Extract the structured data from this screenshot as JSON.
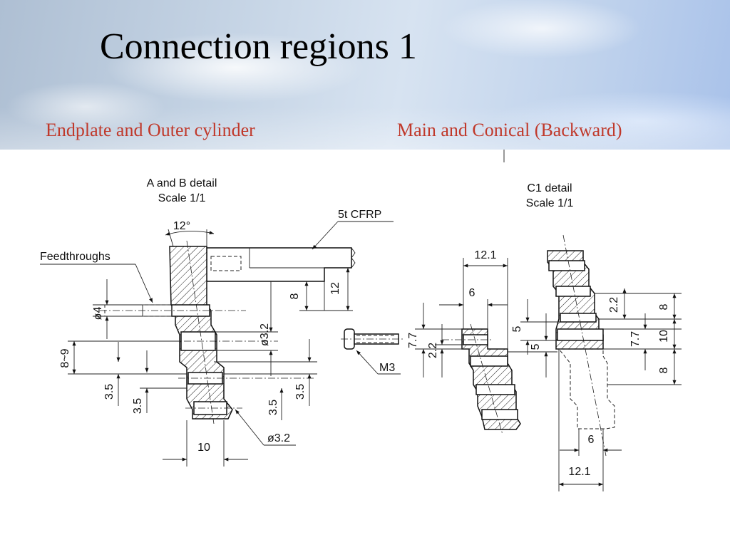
{
  "slide": {
    "title": "Connection regions 1",
    "subtitle_left": "Endplate and Outer cylinder",
    "subtitle_right": "Main and Conical (Backward)"
  },
  "colors": {
    "subtitle": "#c0392b",
    "title": "#000000"
  },
  "detail_ab": {
    "header_line1": "A and B detail",
    "header_line2": "Scale 1/1",
    "angle": "12°",
    "cfrp": "5t CFRP",
    "feedthroughs": "Feedthroughs",
    "dim_phi4": "ø4",
    "dim_8to9": "8~9",
    "dim_35a": "3.5",
    "dim_35b": "3.5",
    "dim_35c": "3.5",
    "dim_35d": "3.5",
    "dim_8": "8",
    "dim_12": "12",
    "dim_phi32a": "ø3.2",
    "dim_phi32b": "ø3.2",
    "dim_10": "10",
    "bolt": "M3"
  },
  "detail_c1": {
    "header_line1": "C1 detail",
    "header_line2": "Scale 1/1",
    "dim_121_top": "12.1",
    "dim_6_top": "6",
    "dim_77_left": "7.7",
    "dim_22_left": "2.2",
    "dim_5a": "5",
    "dim_5b": "5",
    "dim_22_right": "2.2",
    "dim_77_right": "7.7",
    "dim_8a": "8",
    "dim_10": "10",
    "dim_8b": "8",
    "dim_6_bottom": "6",
    "dim_121_bottom": "12.1"
  }
}
